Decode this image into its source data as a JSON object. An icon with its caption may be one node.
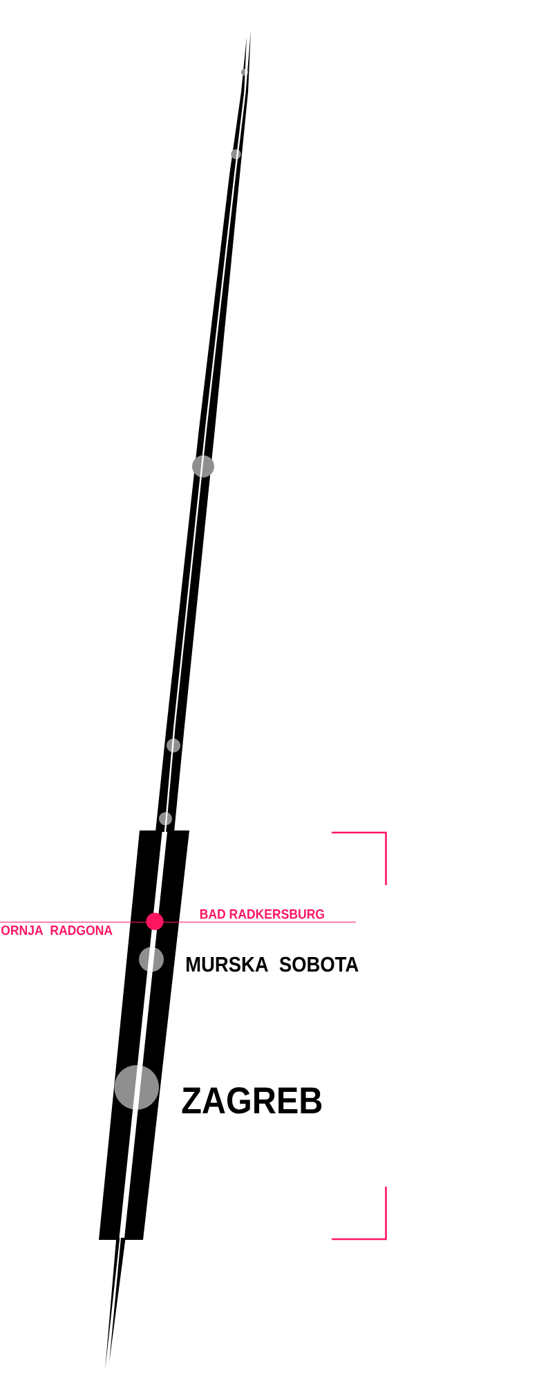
{
  "diagram": {
    "labels": [
      "BAD RADKERSBURG",
      "ORNJA RADGONA",
      "MURSKA SOBOTA",
      "ZAGREB"
    ]
  }
}
